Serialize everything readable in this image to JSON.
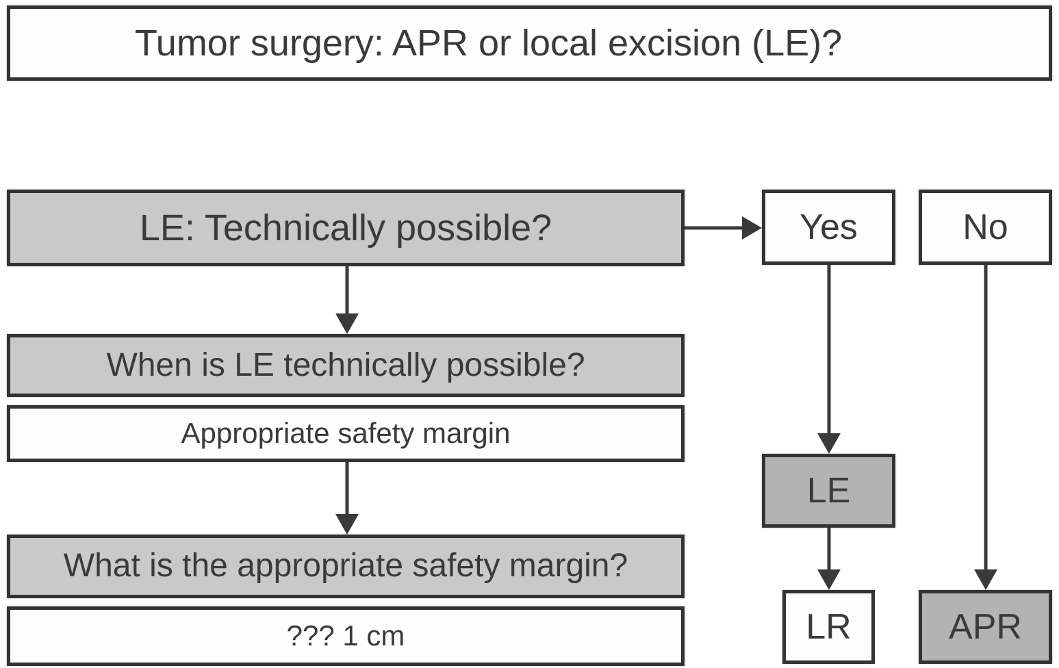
{
  "figure": {
    "type": "flowchart",
    "title": "Tumor surgery: APR or local excision (LE)?"
  },
  "nodes": {
    "le_possible": "LE: Technically possible?",
    "yes": "Yes",
    "no": "No",
    "when_possible": "When is LE technically possible?",
    "safety_margin": "Appropriate safety margin",
    "what_margin": "What is the appropriate safety margin?",
    "margin_value": "??? 1 cm",
    "le": "LE",
    "lr": "LR",
    "apr": "APR"
  },
  "colors": {
    "question_fill": "#c9c9c9",
    "result_fill": "#b3b3b3",
    "plain_fill": "#ffffff",
    "border": "#333333",
    "text": "#3a3a3a",
    "arrow": "#3a3a3a",
    "background": "#ffffff"
  }
}
